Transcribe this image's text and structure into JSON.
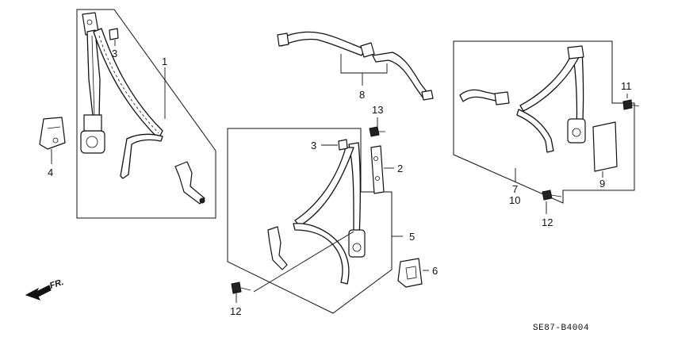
{
  "diagram": {
    "code": "SE87-B4004",
    "direction_label": "FR.",
    "callouts": [
      "1",
      "2",
      "3",
      "3",
      "4",
      "5",
      "6",
      "7",
      "8",
      "9",
      "10",
      "11",
      "12",
      "12",
      "13"
    ]
  }
}
